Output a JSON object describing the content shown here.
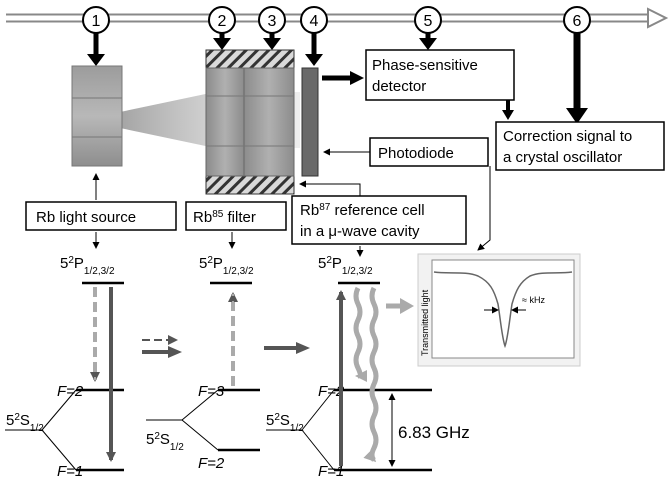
{
  "markers": [
    "1",
    "2",
    "3",
    "4",
    "5",
    "6"
  ],
  "boxes": {
    "phase_detector_line1": "Phase-sensitive",
    "phase_detector_line2": "detector",
    "correction_line1": "Correction signal to",
    "correction_line2": "a crystal oscillator",
    "photodiode": "Photodiode",
    "rb_light_source": "Rb light source",
    "rb85_filter_prefix": "Rb",
    "rb85_filter_sup": "85",
    "rb85_filter_suffix": " filter",
    "rb87_cell_prefix": "Rb",
    "rb87_cell_sup": "87",
    "rb87_cell_suffix": " reference cell",
    "rb87_cell_line2": "in a μ-wave cavity"
  },
  "levels": {
    "p_main": "5",
    "p_sup": "2",
    "p_letter": "P",
    "p_sub": "1/2,3/2",
    "s_main": "5",
    "s_sup": "2",
    "s_letter": "S",
    "s_sub": "1/2",
    "f2": "F=2",
    "f1": "F=1",
    "f3": "F=3",
    "f2_filter": "F=2"
  },
  "splitting": "6.83 GHz",
  "inset": {
    "ylabel": "Transmitted light",
    "width_label": "≈ kHz"
  },
  "colors": {
    "arrow_dark": "#555555",
    "arrow_light": "#aaaaaa",
    "cell_gray": "#8a8a8a",
    "hatch": "#333333"
  }
}
